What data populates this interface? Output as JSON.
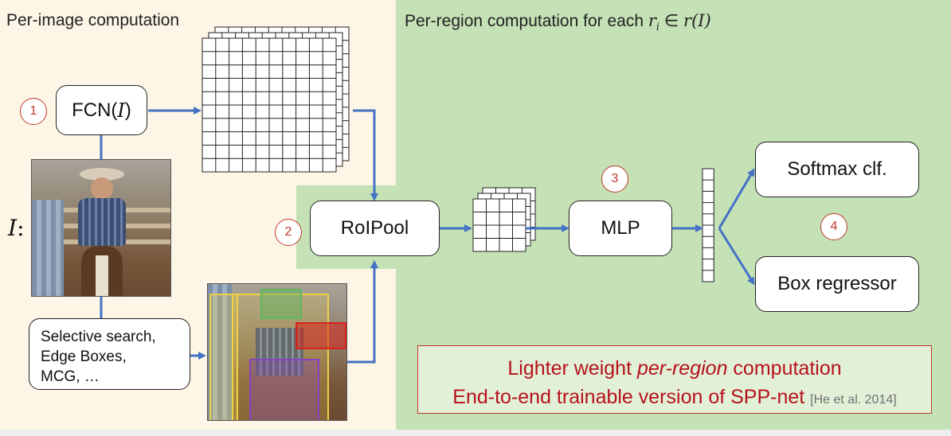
{
  "regions": {
    "per_image_title": "Per-image computation",
    "per_region_title_prefix": "Per-region computation for each ",
    "per_region_math": "r",
    "per_region_sub": "i",
    "per_region_in": " ∈ ",
    "per_region_set": "r(I)"
  },
  "boxes": {
    "fcn": {
      "prefix": "FCN(",
      "var": "I",
      "suffix": ")"
    },
    "roipool": "RoIPool",
    "mlp": "MLP",
    "softmax": "Softmax clf.",
    "box_regressor": "Box regressor",
    "proposals": [
      "Selective search,",
      "Edge Boxes,",
      "MCG, …"
    ]
  },
  "input_label": {
    "var": "I",
    "colon": ":"
  },
  "steps": [
    "1",
    "2",
    "3",
    "4"
  ],
  "note": {
    "line1_prefix": "Lighter weight ",
    "line1_em": "per-region",
    "line1_suffix": " computation",
    "line2": "End-to-end trainable version of SPP-net",
    "citation": "[He et al. 2014]"
  },
  "colors": {
    "per_image_bg": "#fdf6e6",
    "per_region_bg": "#c5e1b6",
    "arrow": "#4472c4",
    "step": "#c0392b",
    "note_text": "#b5121b"
  }
}
